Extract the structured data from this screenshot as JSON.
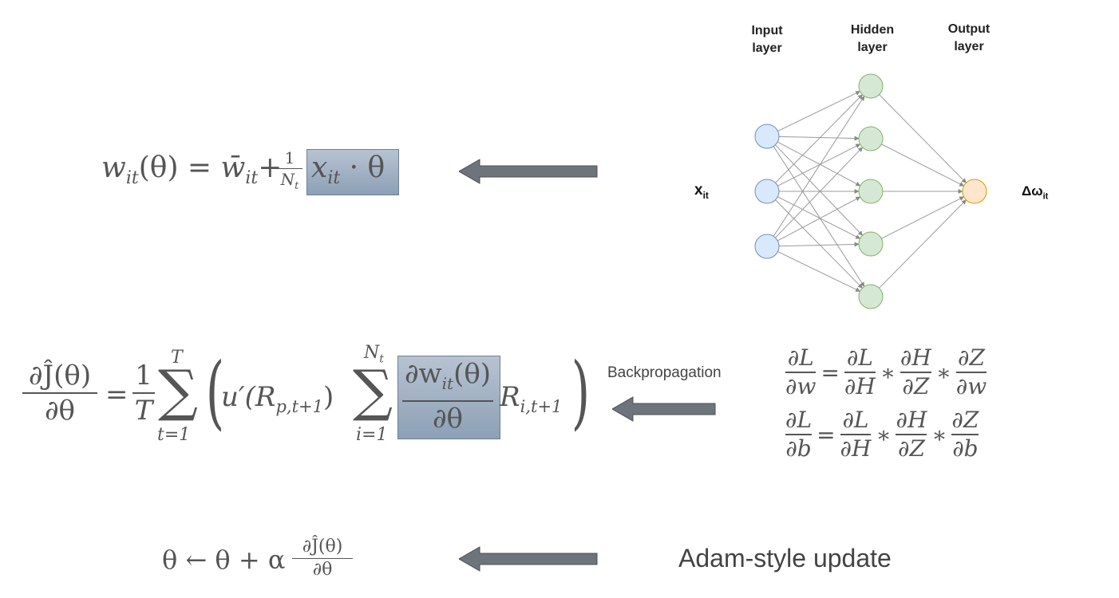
{
  "network": {
    "layers": [
      {
        "label_line1": "Input",
        "label_line2": "layer",
        "nodes": 3,
        "color": "#dae8fc",
        "stroke": "#6c8ebf"
      },
      {
        "label_line1": "Hidden",
        "label_line2": "layer",
        "nodes": 5,
        "color": "#d5e8d4",
        "stroke": "#82b366"
      },
      {
        "label_line1": "Output",
        "label_line2": "layer",
        "nodes": 1,
        "color": "#ffe6cc",
        "stroke": "#d79b00"
      }
    ],
    "input_var": "x",
    "input_sub": "it",
    "output_var": "Δω",
    "output_sub": "it"
  },
  "labels": {
    "backprop": "Backpropagation",
    "adam": "Adam-style update"
  },
  "eq1": {
    "lhs_w": "w",
    "lhs_sub": "it",
    "lhs_arg": "(θ) = ",
    "wbar": "w̄",
    "wbar_sub": "it",
    "plus": "+",
    "frac_num": "1",
    "frac_den": "N",
    "frac_den_sub": "t",
    "x": "x",
    "x_sub": "it",
    "dot_theta": " · θ"
  },
  "eq2": {
    "lhs_num": "∂Ĵ(θ)",
    "lhs_den": "∂θ",
    "eq": "=",
    "c_num": "1",
    "c_den": "T",
    "sum1_top": "T",
    "sum1_bot": "t=1",
    "u": "u′(R",
    "u_sub": "p,t+1",
    "u_close": ")",
    "sum2_top": "N",
    "sum2_top_sub": "t",
    "sum2_bot": "i=1",
    "g_num": "∂w",
    "g_num_sub": "it",
    "g_num_arg": "(θ)",
    "g_den": "∂θ",
    "R": "R",
    "R_sub": "i,t+1"
  },
  "eq3": {
    "lhs": "θ ← θ + α",
    "num": "∂Ĵ(θ)",
    "den": "∂θ"
  },
  "chain": {
    "row1": [
      "∂L",
      "∂w",
      "∂L",
      "∂H",
      "∂H",
      "∂Z",
      "∂Z",
      "∂w"
    ],
    "row2": [
      "∂L",
      "∂b",
      "∂L",
      "∂H",
      "∂H",
      "∂Z",
      "∂Z",
      "∂b"
    ],
    "eq": "=",
    "mul": "∗"
  }
}
